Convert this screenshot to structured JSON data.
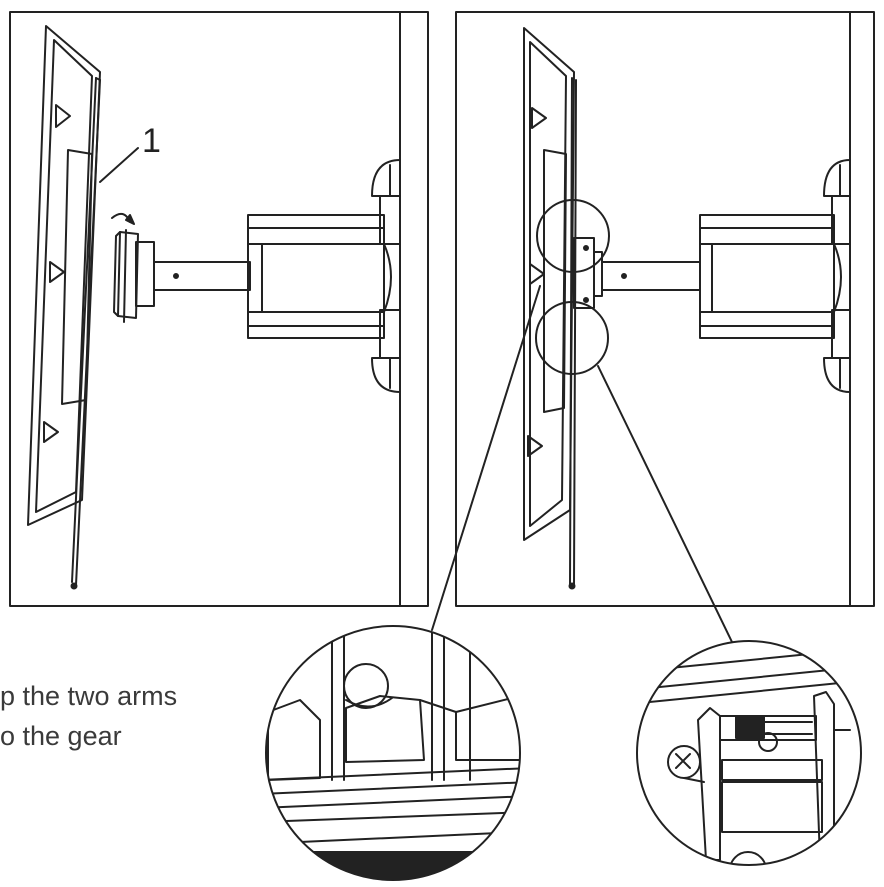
{
  "callout_number": "1",
  "instruction": {
    "line1": "p the two arms",
    "line2": "o the gear"
  },
  "colors": {
    "line": "#222222",
    "background": "#ffffff",
    "text": "#3a3a3a"
  }
}
